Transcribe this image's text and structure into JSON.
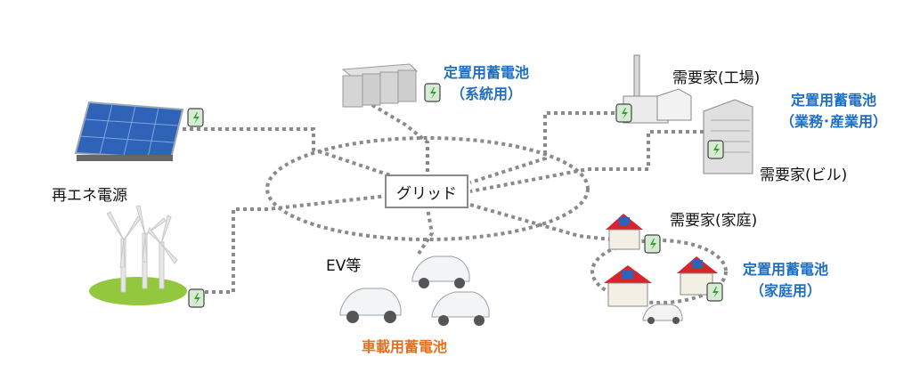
{
  "center": {
    "label": "グリッド"
  },
  "nodes": {
    "renewable": "再エネ電源",
    "demand_factory": "需要家(工場)",
    "demand_building": "需要家(ビル)",
    "demand_home": "需要家(家庭)",
    "ev": "EV等"
  },
  "batteries": {
    "grid_line1": "定置用蓄電池",
    "grid_line2": "（系統用）",
    "business_line1": "定置用蓄電池",
    "business_line2": "（業務･産業用）",
    "home_line1": "定置用蓄電池",
    "home_line2": "（家庭用）",
    "vehicle": "車載用蓄電池"
  },
  "colors": {
    "battery_label": "#1f6fc5",
    "vehicle_label": "#e8701e",
    "connector_dots": "#8a8a8a",
    "house_roof": "#d7262b",
    "solar_panel": "#2e63b7"
  }
}
